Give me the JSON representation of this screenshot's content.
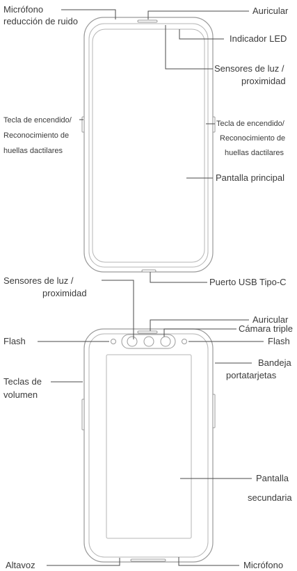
{
  "front": {
    "mic_noise": [
      "Micrófono",
      "reducción de ruido"
    ],
    "earpiece": "Auricular",
    "led": "Indicador LED",
    "light_sensors": [
      "Sensores de luz /",
      "proximidad"
    ],
    "power_key_left": [
      "Tecla de encendido/",
      "Reconocimiento de",
      "huellas dactilares"
    ],
    "power_key_right": [
      "Tecla de encendido/",
      "Reconocimiento de",
      "huellas dactilares"
    ],
    "main_screen": "Pantalla principal",
    "usb": "Puerto USB Tipo-C"
  },
  "back": {
    "light_sensors": [
      "Sensores de luz /",
      "proximidad"
    ],
    "earpiece": "Auricular",
    "triple_camera": "Cámara triple",
    "flash_left": "Flash",
    "flash_right": "Flash",
    "card_tray": [
      "Bandeja",
      "portatarjetas"
    ],
    "volume_keys": [
      "Teclas de",
      "volumen"
    ],
    "secondary_screen": [
      "Pantalla",
      "secundaria"
    ],
    "speaker": "Altavoz",
    "microphone": "Micrófono"
  }
}
